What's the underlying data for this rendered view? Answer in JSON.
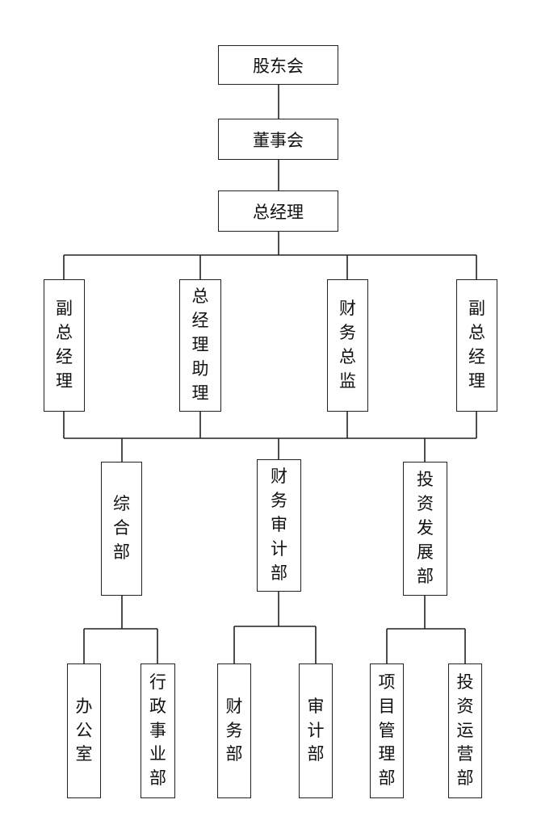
{
  "org_chart": {
    "shareholders": "股东会",
    "board": "董事会",
    "gm": "总经理",
    "deputy_gm_1": "副总经理",
    "gm_assistant": "总经理助理",
    "cfo": "财务总监",
    "deputy_gm_2": "副总经理",
    "general_dept": "综合部",
    "finance_audit_dept": "财务审计部",
    "investment_dept": "投资发展部",
    "office": "办公室",
    "admin_affairs": "行政事业部",
    "finance_dept": "财务部",
    "audit_dept": "审计部",
    "project_mgmt": "项目管理部",
    "investment_ops": "投资运营部"
  }
}
